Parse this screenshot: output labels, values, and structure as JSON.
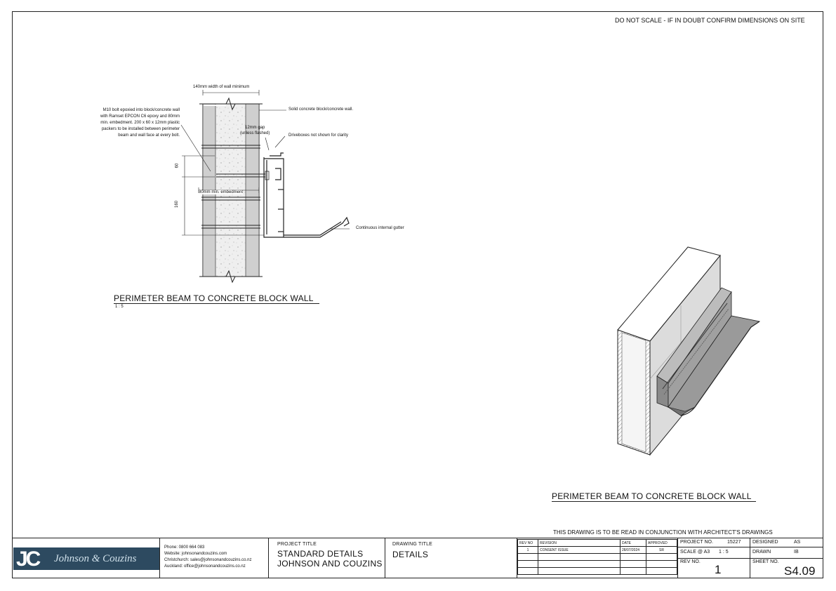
{
  "notes": {
    "top_right": "DO NOT SCALE - IF IN DOUBT CONFIRM DIMENSIONS ON SITE",
    "architect": "THIS DRAWING IS TO BE READ IN CONJUNCTION WITH ARCHITECT'S DRAWINGS"
  },
  "section_detail": {
    "width_dim": "140mm width of wall minimum",
    "bolt_note": [
      "M10 bolt epoxied into block/concrete wall",
      "with Ramset EPCON C6 epoxy and 80mm",
      "min. embedment. 200 x 60 x 12mm plastic",
      "packers to be installed between perimeter",
      "beam and wall face at every bolt."
    ],
    "wall_note": "Solid concrete block/concrete wall.",
    "gap_note": [
      "12mm gap",
      "(unless flashed)"
    ],
    "drivebox_note": "Driveboxes not shown for clarity",
    "dim_60": "60",
    "dim_160": "160",
    "embed_note": "80mm min. embedment",
    "gutter_note": "Continuous internal gutter",
    "title": "PERIMETER BEAM TO CONCRETE BLOCK WALL",
    "scale": "1 : 5"
  },
  "iso_detail": {
    "title": "PERIMETER BEAM TO CONCRETE BLOCK WALL"
  },
  "title_block": {
    "logo_initials": "JC",
    "logo_name": "Johnson & Couzins",
    "contact": [
      "Phone: 0800 664 083",
      "Website: johnsonandcouzins.com",
      "Christchurch: sales@johnsonandcouzins.co.nz",
      "Auckland: office@johnsonandcouzins.co.nz"
    ],
    "project_title_label": "PROJECT TITLE",
    "project_title_1": "STANDARD DETAILS",
    "project_title_2": "JOHNSON AND COUZINS",
    "drawing_title_label": "DRAWING TITLE",
    "drawing_title": "DETAILS",
    "revision_headers": {
      "rev": "REV NO",
      "revision": "REVISION",
      "date": "DATE",
      "approved": "APPROVED"
    },
    "revisions": [
      {
        "rev": "1",
        "revision": "CONSENT ISSUE",
        "date": "28/07/2024",
        "approved": "SR"
      }
    ],
    "project_no_label": "PROJECT NO.",
    "project_no": "15227",
    "scale_label": "SCALE @ A3",
    "scale": "1 : 5",
    "rev_no_label": "REV NO.",
    "rev_no": "1",
    "designed_label": "DESIGNED",
    "designed": "AS",
    "drawn_label": "DRAWN",
    "drawn": "IB",
    "sheet_no_label": "SHEET NO.",
    "sheet_no": "S4.09"
  },
  "colors": {
    "logo_bg": "#2d4a60",
    "line": "#222222",
    "fill_grey": "#d9d9d9",
    "fill_dark": "#8a8a8a"
  }
}
